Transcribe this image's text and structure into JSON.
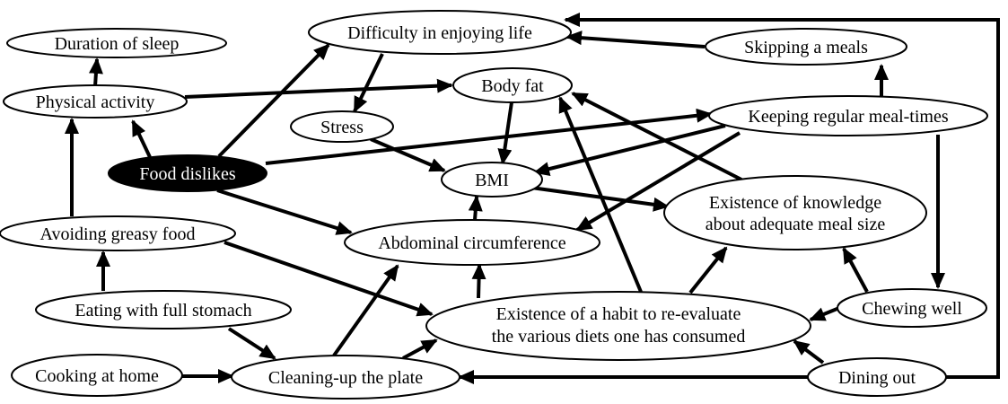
{
  "nodes": {
    "difficulty": "Difficulty in enjoying life",
    "sleep": "Duration of sleep",
    "skipping": "Skipping a meals",
    "physical": "Physical activity",
    "bodyfat": "Body fat",
    "stress": "Stress",
    "regular": "Keeping regular meal-times",
    "dislikes": "Food dislikes",
    "bmi": "BMI",
    "knowledge_l1": "Existence of knowledge",
    "knowledge_l2": "about adequate meal size",
    "greasy": "Avoiding greasy food",
    "abdominal": "Abdominal circumference",
    "fullstomach": "Eating with full stomach",
    "habit_l1": "Existence  of a habit to re-evaluate",
    "habit_l2": "the various diets one has consumed",
    "chewing": "Chewing well",
    "cooking": "Cooking at home",
    "plate": "Cleaning-up the plate",
    "dining": "Dining out"
  },
  "edges": [
    [
      "physical",
      "sleep"
    ],
    [
      "dislikes",
      "physical"
    ],
    [
      "greasy",
      "physical"
    ],
    [
      "fullstomach",
      "greasy"
    ],
    [
      "physical",
      "bodyfat"
    ],
    [
      "dislikes",
      "difficulty"
    ],
    [
      "dislikes",
      "regular"
    ],
    [
      "dislikes",
      "abdominal"
    ],
    [
      "difficulty",
      "stress"
    ],
    [
      "stress",
      "bmi"
    ],
    [
      "bodyfat",
      "bmi"
    ],
    [
      "regular",
      "bmi"
    ],
    [
      "regular",
      "abdominal"
    ],
    [
      "skipping",
      "difficulty"
    ],
    [
      "regular",
      "skipping"
    ],
    [
      "regular",
      "chewing"
    ],
    [
      "bmi",
      "knowledge"
    ],
    [
      "knowledge",
      "bodyfat"
    ],
    [
      "abdominal",
      "bmi"
    ],
    [
      "greasy",
      "habit"
    ],
    [
      "habit",
      "abdominal"
    ],
    [
      "habit",
      "bodyfat"
    ],
    [
      "habit",
      "knowledge"
    ],
    [
      "chewing",
      "knowledge"
    ],
    [
      "chewing",
      "habit"
    ],
    [
      "dining",
      "habit"
    ],
    [
      "dining",
      "plate"
    ],
    [
      "fullstomach",
      "plate"
    ],
    [
      "cooking",
      "plate"
    ],
    [
      "plate",
      "abdominal"
    ],
    [
      "plate",
      "habit"
    ],
    [
      "dining",
      "difficulty"
    ]
  ]
}
